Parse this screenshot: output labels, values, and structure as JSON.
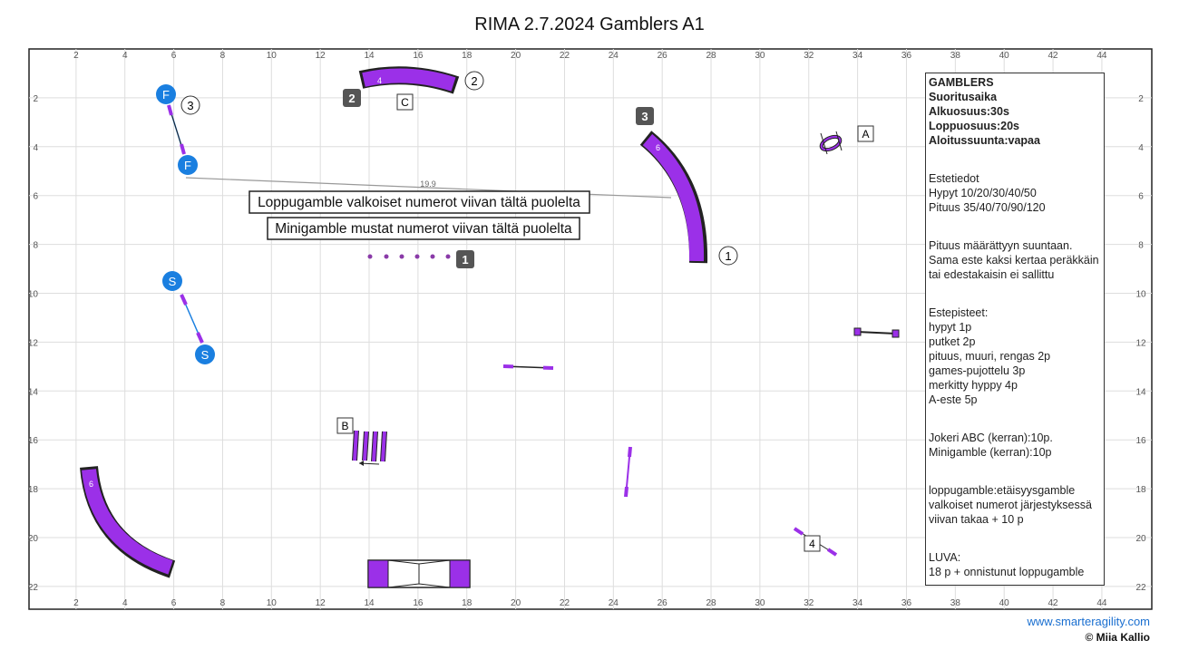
{
  "title": "RIMA 2.7.2024 Gamblers A1",
  "axes": {
    "x_ticks": [
      2,
      4,
      6,
      8,
      10,
      12,
      14,
      16,
      18,
      20,
      22,
      24,
      26,
      28,
      30,
      32,
      34,
      36,
      38,
      40,
      42,
      44
    ],
    "y_ticks": [
      2,
      4,
      6,
      8,
      10,
      12,
      14,
      16,
      18,
      20,
      22
    ]
  },
  "course": {
    "measure_line": "19.9",
    "notes": [
      "Loppugamble valkoiset numerot viivan tältä puolelta",
      "Minigamble mustat numerot viivan tältä puolelta"
    ],
    "tunnel_labels": [
      "4",
      "6",
      "6"
    ],
    "white_numbers": [
      "1",
      "2",
      "3"
    ],
    "black_numbers": [
      "1",
      "2",
      "3"
    ],
    "letters": [
      "A",
      "B",
      "C",
      "4"
    ],
    "finish_label": "F",
    "start_label": "S",
    "colors": {
      "obstacle": "#9b30e8",
      "marker": "#1a7fe0",
      "dark": "#555555"
    }
  },
  "info": {
    "bold_lines": [
      "GAMBLERS",
      "Suoritusaika",
      "Alkuosuus:30s",
      "Loppuosuus:20s",
      "Aloitussuunta:vapaa"
    ],
    "sections": [
      [
        "Estetiedot",
        "Hypyt 10/20/30/40/50",
        "Pituus 35/40/70/90/120"
      ],
      [
        "Pituus määrättyyn suuntaan.",
        "Sama este kaksi kertaa peräkkäin",
        "tai edestakaisin ei sallittu"
      ],
      [
        "Estepisteet:",
        "hypyt 1p",
        "putket 2p",
        "pituus, muuri, rengas 2p",
        "games-pujottelu 3p",
        "merkitty hyppy 4p",
        "A-este 5p"
      ],
      [
        "Jokeri ABC (kerran):10p.",
        "Minigamble (kerran):10p"
      ],
      [
        "loppugamble:etäisyysgamble",
        "valkoiset numerot järjestyksessä",
        "viivan takaa + 10 p"
      ],
      [
        "LUVA:",
        "18 p + onnistunut loppugamble"
      ]
    ]
  },
  "footer": {
    "site": "www.smarteragility.com",
    "copyright": "© Miia Kallio"
  }
}
